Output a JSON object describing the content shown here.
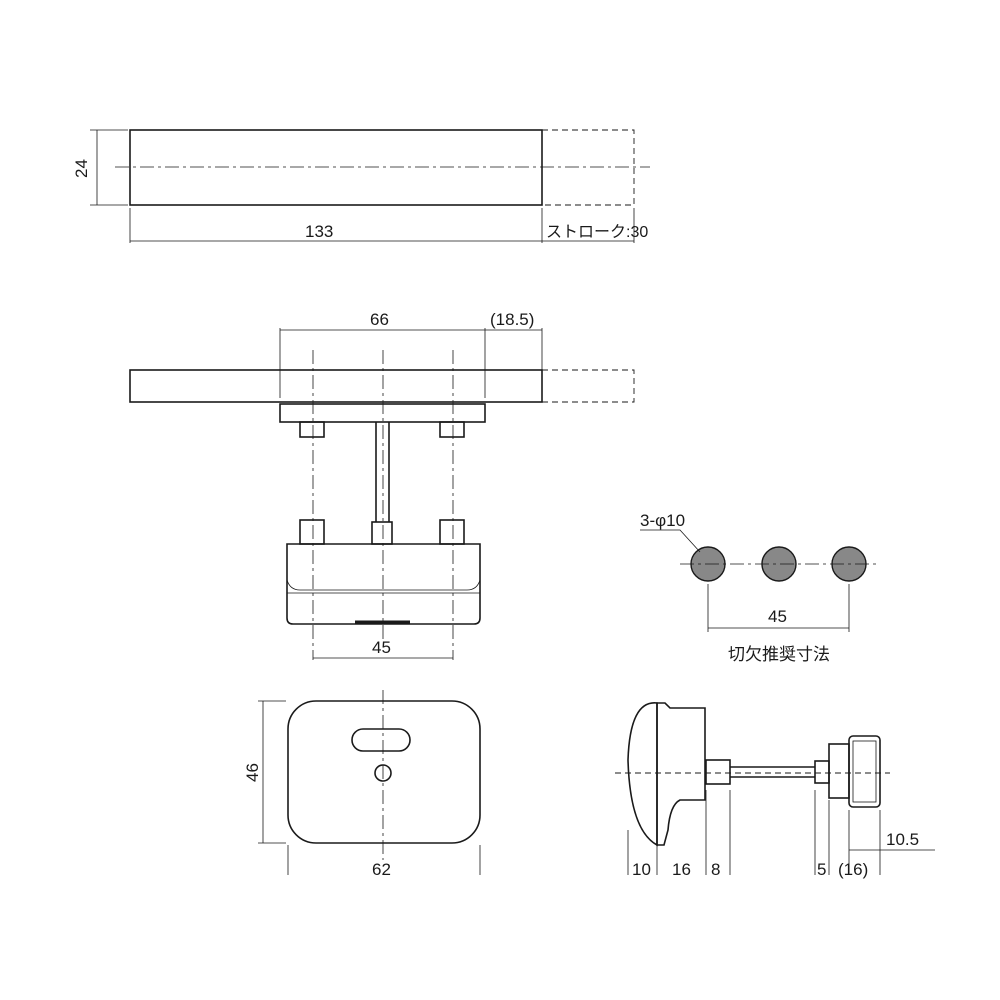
{
  "top_view": {
    "height": "24",
    "length": "133",
    "stroke": "ストローク:30"
  },
  "front_view": {
    "span": "66",
    "offset": "(18.5)",
    "pitch": "45"
  },
  "cutout": {
    "holes": "3-φ10",
    "pitch": "45",
    "title": "切欠推奨寸法"
  },
  "end_view": {
    "height": "46",
    "width": "62"
  },
  "side_view": {
    "dims": [
      "10",
      "16",
      "8",
      "5",
      "(16)"
    ],
    "key_dim": "10.5"
  }
}
